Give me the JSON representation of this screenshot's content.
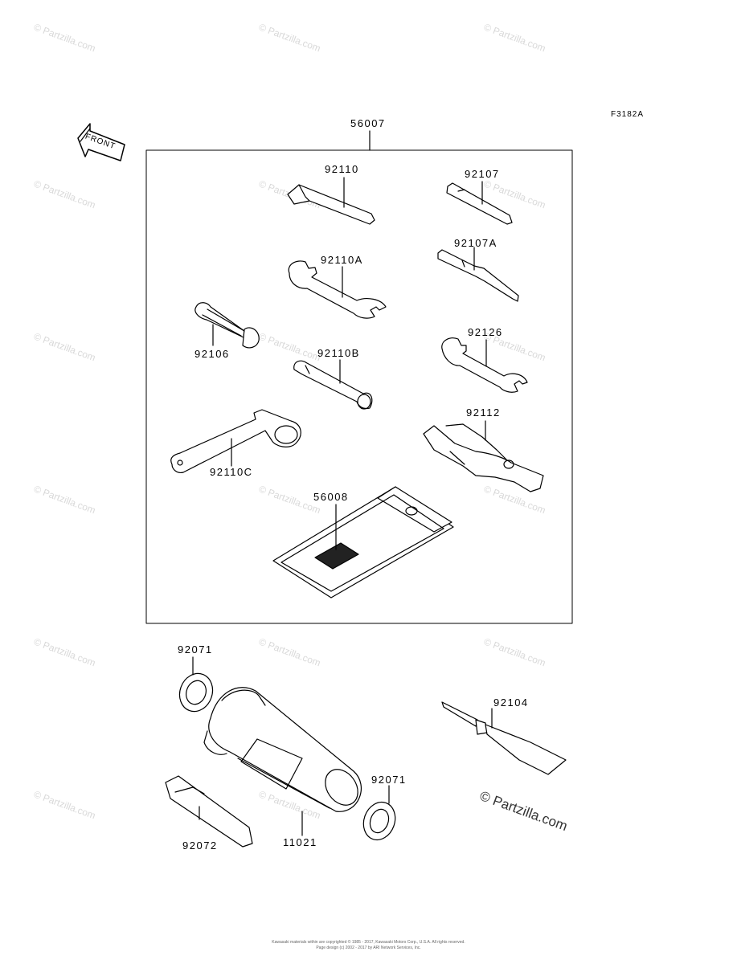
{
  "figure": {
    "ref_code": "F3182A",
    "front_label": "FRONT",
    "watermark_text": "© Partzilla.com",
    "footer_line1": "Kawasaki materials within are copyrighted © 1985 - 2017, Kawasaki Motors Corp., U.S.A. All rights reserved.",
    "footer_line2": "Page design (c) 2002 - 2017 by ARI Network Services, Inc."
  },
  "parts": {
    "kit": "56007",
    "hex_key": "92110",
    "screwdriver": "92107",
    "screwdriver_b": "92107A",
    "wrench_a": "92110A",
    "socket": "92106",
    "tube_wrench": "92110B",
    "wrench_small": "92126",
    "pliers": "92112",
    "crank_wrench": "92110C",
    "tool_bag": "56008",
    "grommet_top": "92071",
    "sealant": "92104",
    "grommet_bottom": "92071",
    "bracket": "92072",
    "tool_case": "11021"
  }
}
